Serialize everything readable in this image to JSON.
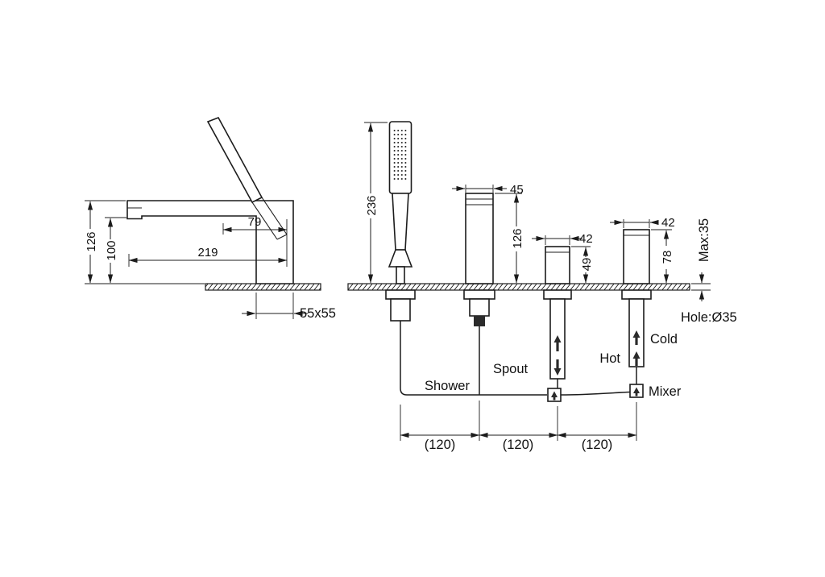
{
  "side_view": {
    "overall_height": "126",
    "spout_height": "100",
    "handle_offset": "79",
    "spout_reach": "219",
    "base_size": "55x55"
  },
  "front_view": {
    "shower_height": "236",
    "spout_width": "45",
    "spout_height": "126",
    "diverter_width": "42",
    "diverter_height": "49",
    "mixer_width": "42",
    "mixer_height": "78",
    "deck_thickness": "Max:35",
    "hole_size": "Hole:Ø35",
    "spacing": [
      "(120)",
      "(120)",
      "(120)"
    ],
    "labels": {
      "shower": "Shower",
      "spout": "Spout",
      "hot": "Hot",
      "cold": "Cold",
      "mixer": "Mixer"
    }
  },
  "colors": {
    "line": "#1c1c1c",
    "background": "#ffffff"
  }
}
